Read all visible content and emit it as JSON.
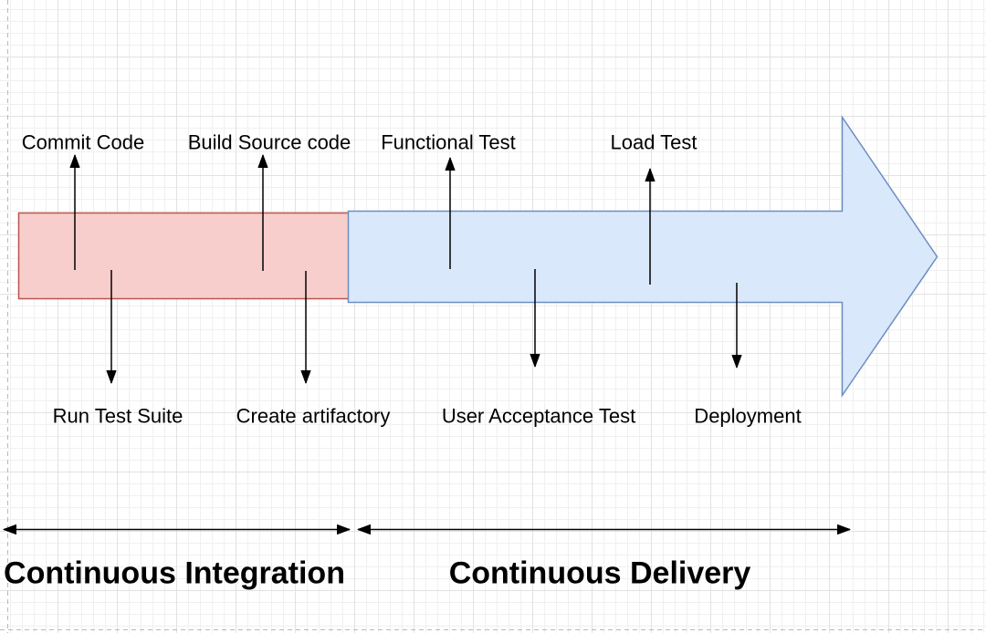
{
  "diagram": {
    "type": "cicd-pipeline",
    "stages": {
      "ci_bar": {
        "name": "continuous-integration-bar"
      },
      "cd_arrow": {
        "name": "continuous-delivery-arrow"
      }
    },
    "steps_above": [
      "Commit Code",
      "Build Source code",
      "Functional Test",
      "Load Test"
    ],
    "steps_below": [
      "Run Test Suite",
      "Create artifactory",
      "User Acceptance Test",
      "Deployment"
    ],
    "phases": [
      {
        "label": "Continuous Integration"
      },
      {
        "label": "Continuous Delivery"
      }
    ]
  },
  "colors": {
    "ci_fill": "#f8cecc",
    "ci_stroke": "#b85450",
    "cd_fill": "#dae8fc",
    "cd_stroke": "#6c8ebf",
    "arrow_color": "#000000",
    "grid_minor": "#f0f0f0",
    "grid_major": "#e2e2e2",
    "page_guide": "#b8b8b8"
  }
}
